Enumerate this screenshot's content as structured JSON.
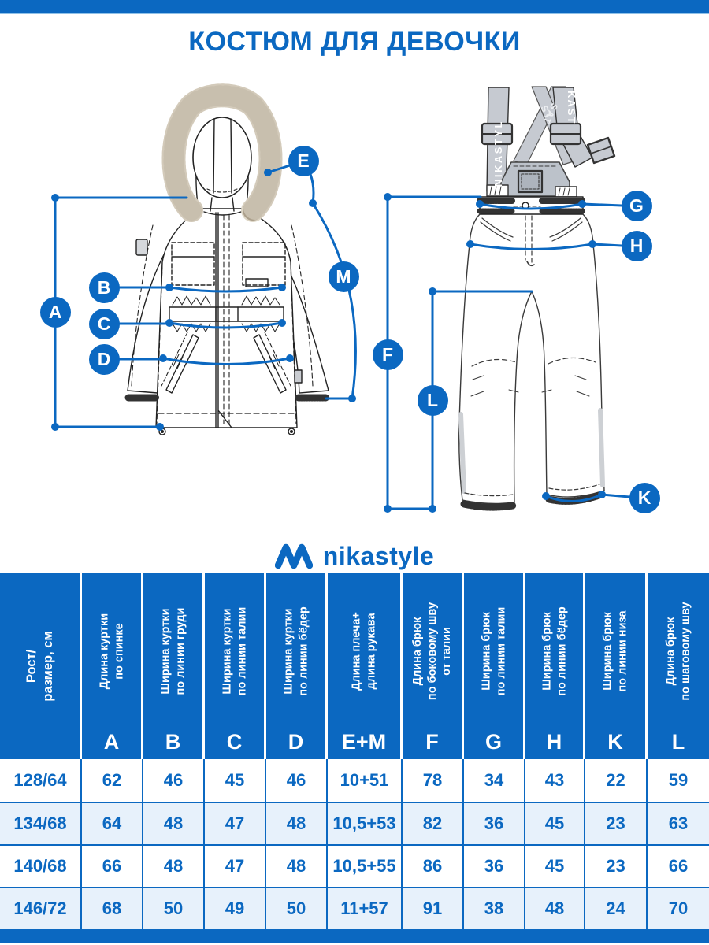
{
  "title": "КОСТЮМ ДЛЯ ДЕВОЧКИ",
  "brand": {
    "logo_text": "nikastyle"
  },
  "colors": {
    "accent": "#0b68c1",
    "row_alt": "#e7f1fb",
    "suspender_gray": "#c6cad1",
    "fur_beige": "#ded7c7"
  },
  "diagram": {
    "labels": {
      "A": "A",
      "B": "B",
      "C": "C",
      "D": "D",
      "E": "E",
      "M": "M",
      "F": "F",
      "G": "G",
      "H": "H",
      "K": "K",
      "L": "L"
    },
    "suspenders": {
      "left": "NIKASTYL",
      "right": "KAST",
      "back_left": "SAT",
      "back_right": "ST"
    }
  },
  "table": {
    "size_header": "Рост/\nразмер, см",
    "columns": [
      {
        "desc": "Длина куртки\nпо спинке",
        "letter": "A"
      },
      {
        "desc": "Ширина куртки\nпо линии груди",
        "letter": "B"
      },
      {
        "desc": "Ширина куртки\nпо линии талии",
        "letter": "C"
      },
      {
        "desc": "Ширина куртки\nпо линии бёдер",
        "letter": "D"
      },
      {
        "desc": "Длина плеча+\nдлина рукава",
        "letter": "E+M"
      },
      {
        "desc": "Длина брюк\nпо боковому шву\nот талии",
        "letter": "F"
      },
      {
        "desc": "Ширина брюк\nпо линии талии",
        "letter": "G"
      },
      {
        "desc": "Ширина брюк\nпо линии бёдер",
        "letter": "H"
      },
      {
        "desc": "Ширина брюк\nпо линии низа",
        "letter": "K"
      },
      {
        "desc": "Длина брюк\nпо шаговому шву",
        "letter": "L"
      }
    ],
    "rows": [
      {
        "size": "128/64",
        "values": [
          "62",
          "46",
          "45",
          "46",
          "10+51",
          "78",
          "34",
          "43",
          "22",
          "59"
        ]
      },
      {
        "size": "134/68",
        "values": [
          "64",
          "48",
          "47",
          "48",
          "10,5+53",
          "82",
          "36",
          "45",
          "23",
          "63"
        ]
      },
      {
        "size": "140/68",
        "values": [
          "66",
          "48",
          "47",
          "48",
          "10,5+55",
          "86",
          "36",
          "45",
          "23",
          "66"
        ]
      },
      {
        "size": "146/72",
        "values": [
          "68",
          "50",
          "49",
          "50",
          "11+57",
          "91",
          "38",
          "48",
          "24",
          "70"
        ]
      }
    ]
  }
}
